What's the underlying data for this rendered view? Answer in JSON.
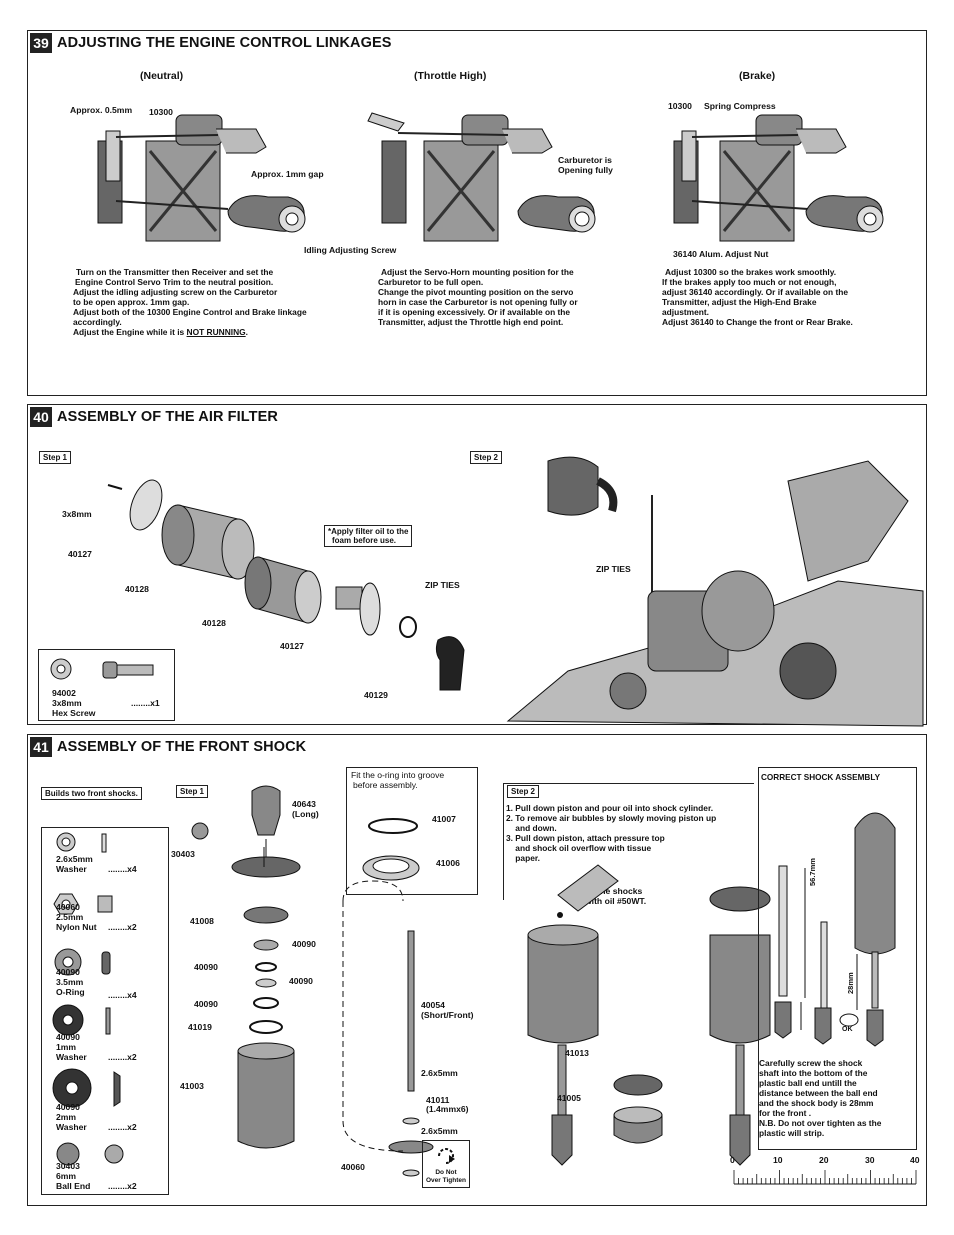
{
  "s39": {
    "number": "39",
    "title": "ADJUSTING THE ENGINE CONTROL LINKAGES",
    "col_neutral": "(Neutral)",
    "col_throttle": "(Throttle High)",
    "col_brake": "(Brake)",
    "callouts": {
      "approx_05": "Approx. 0.5mm",
      "p10300_a": "10300",
      "approx_1mm": "Approx. 1mm gap",
      "idling": "Idling Adjusting Screw",
      "carb_open_1": "Carburetor is",
      "carb_open_2": "Opening fully",
      "p10300_b": "10300",
      "spring": "Spring Compress",
      "p36140": "36140 Alum. Adjust Nut"
    },
    "text_neutral": [
      "Turn on the Transmitter then Receiver and set the",
      "Engine Control Servo Trim to the neutral position.",
      "Adjust the idling adjusting screw on the Carburetor",
      "to be open approx. 1mm gap.",
      "Adjust both of the 10300 Engine Control and Brake linkage",
      "accordingly."
    ],
    "text_neutral_last_prefix": "Adjust the Engine while it is ",
    "text_neutral_last_emph": "NOT RUNNING",
    "text_neutral_last_suffix": ".",
    "text_throttle": [
      "Adjust the Servo-Horn mounting position for the",
      "Carburetor to be full open.",
      "Change the pivot mounting position on the servo",
      "horn in case the Carburetor is not opening fully or",
      "if it is opening excessively. Or if available on the",
      "Transmitter, adjust the Throttle high end point."
    ],
    "text_brake": [
      "Adjust 10300 so the brakes work smoothly.",
      "If the brakes apply too much or not enough,",
      "adjust 36140 accordingly. Or if available on the",
      "Transmitter, adjust the High-End Brake",
      "adjustment.",
      "Adjust 36140 to Change the front or Rear Brake."
    ]
  },
  "s40": {
    "number": "40",
    "title": "ASSEMBLY OF THE AIR FILTER",
    "step1": "Step 1",
    "step2": "Step 2",
    "p3x8": "3x8mm",
    "p40127_a": "40127",
    "p40128_a": "40128",
    "p40128_b": "40128",
    "p40127_b": "40127",
    "p40129": "40129",
    "filter_note_1": "*Apply filter oil to the",
    "filter_note_2": "foam before use.",
    "zip1": "ZIP TIES",
    "zip2": "ZIP TIES",
    "legend_num": "94002",
    "legend_size": "3x8mm",
    "legend_name": "Hex Screw",
    "legend_qty": "........x1"
  },
  "s41": {
    "number": "41",
    "title": "ASSEMBLY OF THE FRONT SHOCK",
    "builds": "Builds two front shocks.",
    "step1": "Step 1",
    "step2": "Step 2",
    "correct": "CORRECT SHOCK ASSEMBLY",
    "parts": [
      {
        "l1": "2.6x5mm",
        "l2": "Washer",
        "q": "........x4"
      },
      {
        "l1": "40060",
        "l2": "2.5mm",
        "l3": "Nylon Nut",
        "q": "........x2"
      },
      {
        "l1": "40090",
        "l2": "3.5mm",
        "l3": "O-Ring",
        "q": "........x4"
      },
      {
        "l1": "40090",
        "l2": "1mm",
        "l3": "Washer",
        "q": "........x2"
      },
      {
        "l1": "40090",
        "l2": "2mm",
        "l3": "Washer",
        "q": "........x2"
      },
      {
        "l1": "30403",
        "l2": "6mm",
        "l3": "Ball End",
        "q": "........x2"
      }
    ],
    "oring_note_1": "Fit the o-ring into groove",
    "oring_note_2": "before assembly.",
    "p41007": "41007",
    "p41006": "41006",
    "p40643_1": "40643",
    "p40643_2": "(Long)",
    "p30403": "30403",
    "p41008": "41008",
    "p40090_a": "40090",
    "p40090_b": "40090",
    "p40090_c": "40090",
    "p40090_d": "40090",
    "p41019": "41019",
    "p41003": "41003",
    "p40054_1": "40054",
    "p40054_2": "(Short/Front)",
    "p26_a": "2.6x5mm",
    "p41011_1": "41011",
    "p41011_2": "(1.4mmx6)",
    "p26_b": "2.6x5mm",
    "p40060": "40060",
    "do_not_1": "Do Not",
    "do_not_2": "Over Tighten",
    "step2_lines": [
      "1. Pull down piston and pour oil into shock cylinder.",
      "2. To remove air bubbles by slowly moving piston up",
      "    and down.",
      "3. Pull down piston, attach pressure top",
      "    and shock oil overflow with tissue",
      "    paper."
    ],
    "fill_1": "fill the shocks",
    "fill_2": "with oil #50WT.",
    "p41013": "41013",
    "p41005": "41005",
    "dim_567": "56.7mm",
    "dim_28": "28mm",
    "ok": "OK",
    "correct_text": [
      "Carefully screw the shock",
      "shaft into the bottom  of the",
      "plastic ball end untill the",
      "distance between the ball end",
      "and the shock body is 28mm",
      "for the front .",
      "N.B. Do not over tighten as the",
      "plastic will strip."
    ],
    "ruler": [
      "0",
      "10",
      "20",
      "30",
      "40"
    ]
  }
}
